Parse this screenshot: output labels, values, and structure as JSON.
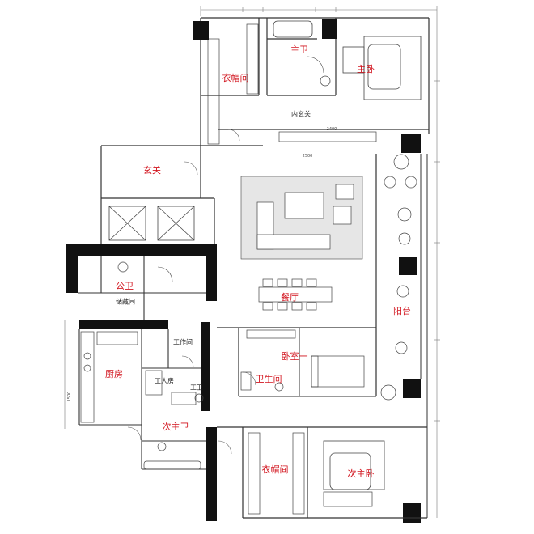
{
  "rooms": {
    "master_bath": "主卫",
    "master_bed": "主卧",
    "master_closet": "衣帽间",
    "inner_entry": "内玄关",
    "entry": "玄关",
    "public_bath": "公卫",
    "storage": "储藏间",
    "dining": "餐厅",
    "balcony": "阳台",
    "kitchen": "厨房",
    "utility": "工作间",
    "maid_room": "工人房",
    "maid_bath": "工卫",
    "bedroom_one": "卧室一",
    "bath": "卫生间",
    "second_bath": "次主卫",
    "second_closet": "衣帽间",
    "second_bed": "次主卧"
  },
  "dimensions": {
    "corridor_width": "2500",
    "counter_width": "2400",
    "kitchen_side": "1500"
  },
  "colors": {
    "label": "#d2141e",
    "line": "#333333",
    "wall": "#111111",
    "floor": "#e6e6e6"
  }
}
